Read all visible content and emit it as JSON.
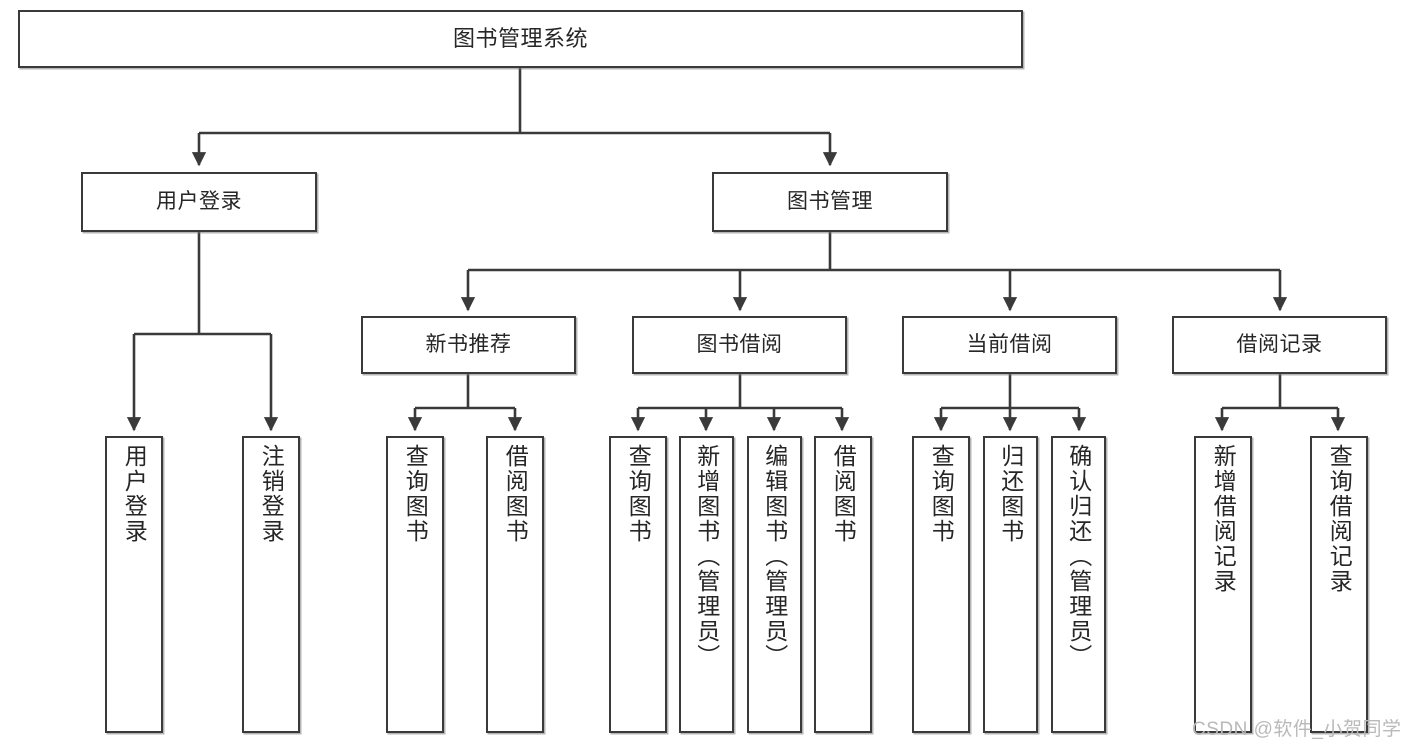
{
  "diagram": {
    "title": "图书管理系统",
    "type": "tree-hierarchy-chart",
    "orientation": "top-down",
    "colors": {
      "box_border": "#3a3a3a",
      "box_fill": "#ffffff",
      "connector": "#3a3a3a",
      "text": "#262626",
      "watermark": "#b9b9b9",
      "background": "#ffffff"
    }
  },
  "root": {
    "label": "图书管理系统"
  },
  "level2": [
    {
      "label": "用户登录"
    },
    {
      "label": "图书管理"
    }
  ],
  "level3": [
    {
      "label": "新书推荐"
    },
    {
      "label": "图书借阅"
    },
    {
      "label": "当前借阅"
    },
    {
      "label": "借阅记录"
    }
  ],
  "leaves": {
    "user_login": [
      {
        "label": "用户登录"
      },
      {
        "label": "注销登录"
      }
    ],
    "new_book_recommend": [
      {
        "label": "查询图书"
      },
      {
        "label": "借阅图书"
      }
    ],
    "book_borrow": [
      {
        "label": "查询图书"
      },
      {
        "label": "新增图书（管理员）"
      },
      {
        "label": "编辑图书（管理员）"
      },
      {
        "label": "借阅图书"
      }
    ],
    "current_borrow": [
      {
        "label": "查询图书"
      },
      {
        "label": "归还图书"
      },
      {
        "label": "确认归还（管理员）"
      }
    ],
    "borrow_record": [
      {
        "label": "新增借阅记录"
      },
      {
        "label": "查询借阅记录"
      }
    ]
  },
  "watermark": {
    "text": "CSDN @软件_小贺同学"
  }
}
